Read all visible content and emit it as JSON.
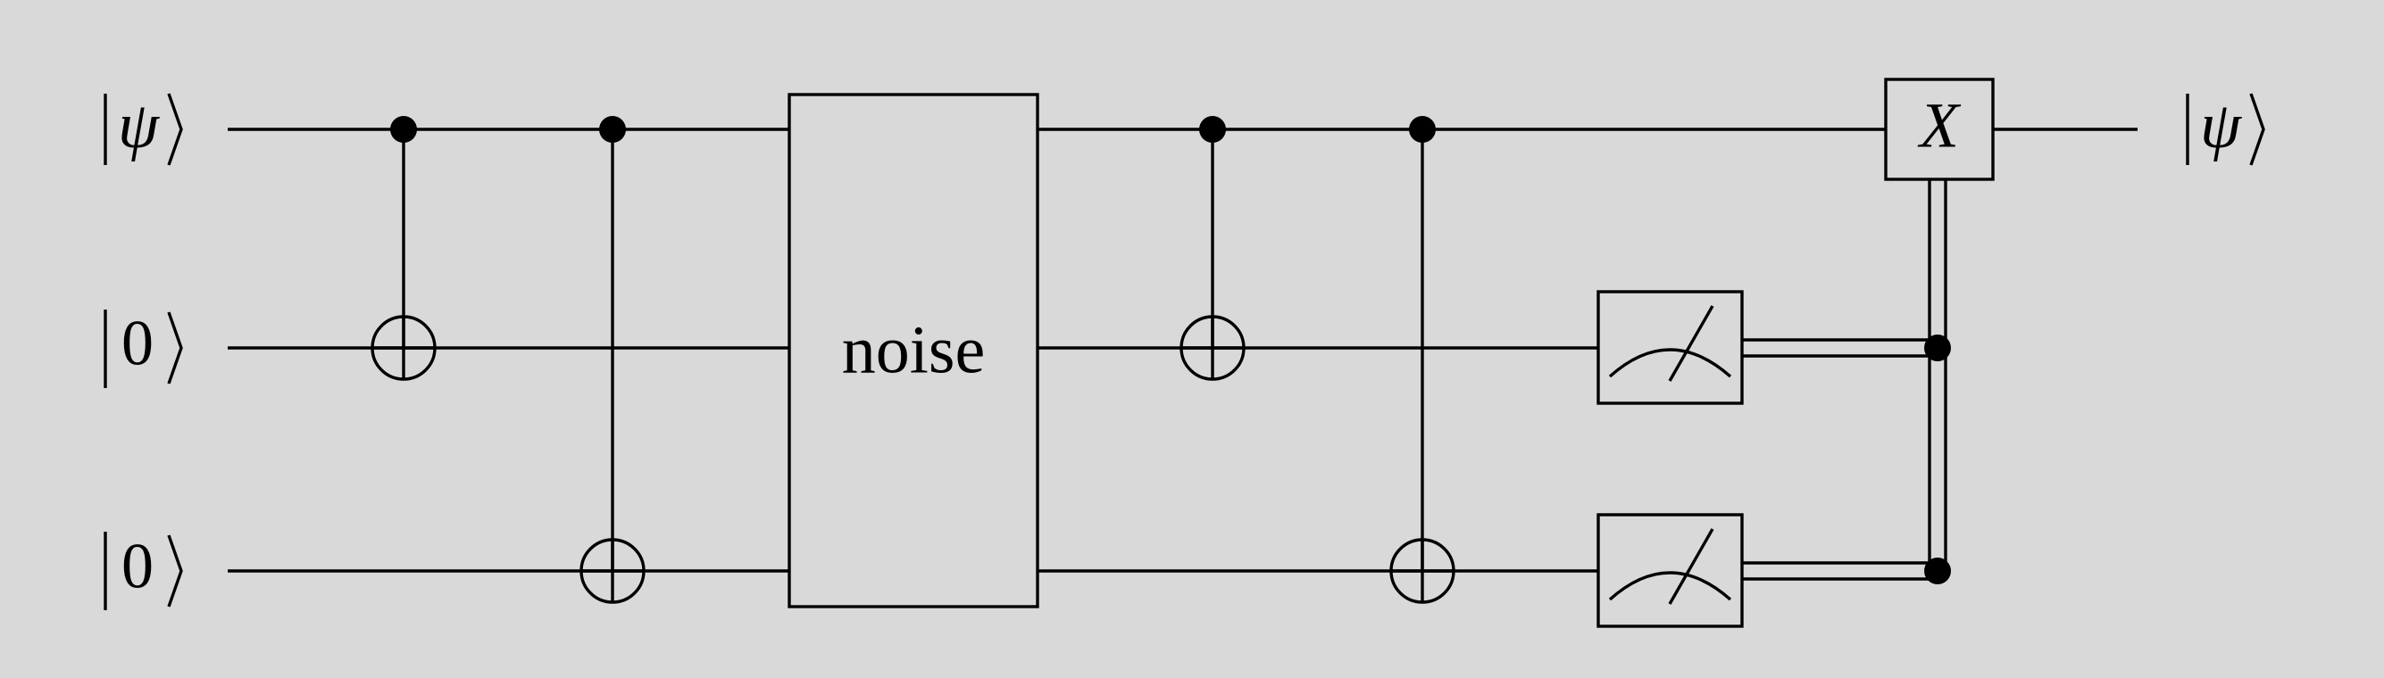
{
  "qubits": [
    {
      "input": "ψ",
      "output": "ψ",
      "italic": true
    },
    {
      "input": "0",
      "output": "",
      "italic": false
    },
    {
      "input": "0",
      "output": "",
      "italic": false
    }
  ],
  "noise_label": "noise",
  "correction_gate_label": "X",
  "encoding_cnots": [
    {
      "control": 0,
      "target": 1
    },
    {
      "control": 0,
      "target": 2
    }
  ],
  "decoding_cnots": [
    {
      "control": 0,
      "target": 1
    },
    {
      "control": 0,
      "target": 2
    }
  ],
  "measured_qubits": [
    1,
    2
  ],
  "correction_target": 0
}
